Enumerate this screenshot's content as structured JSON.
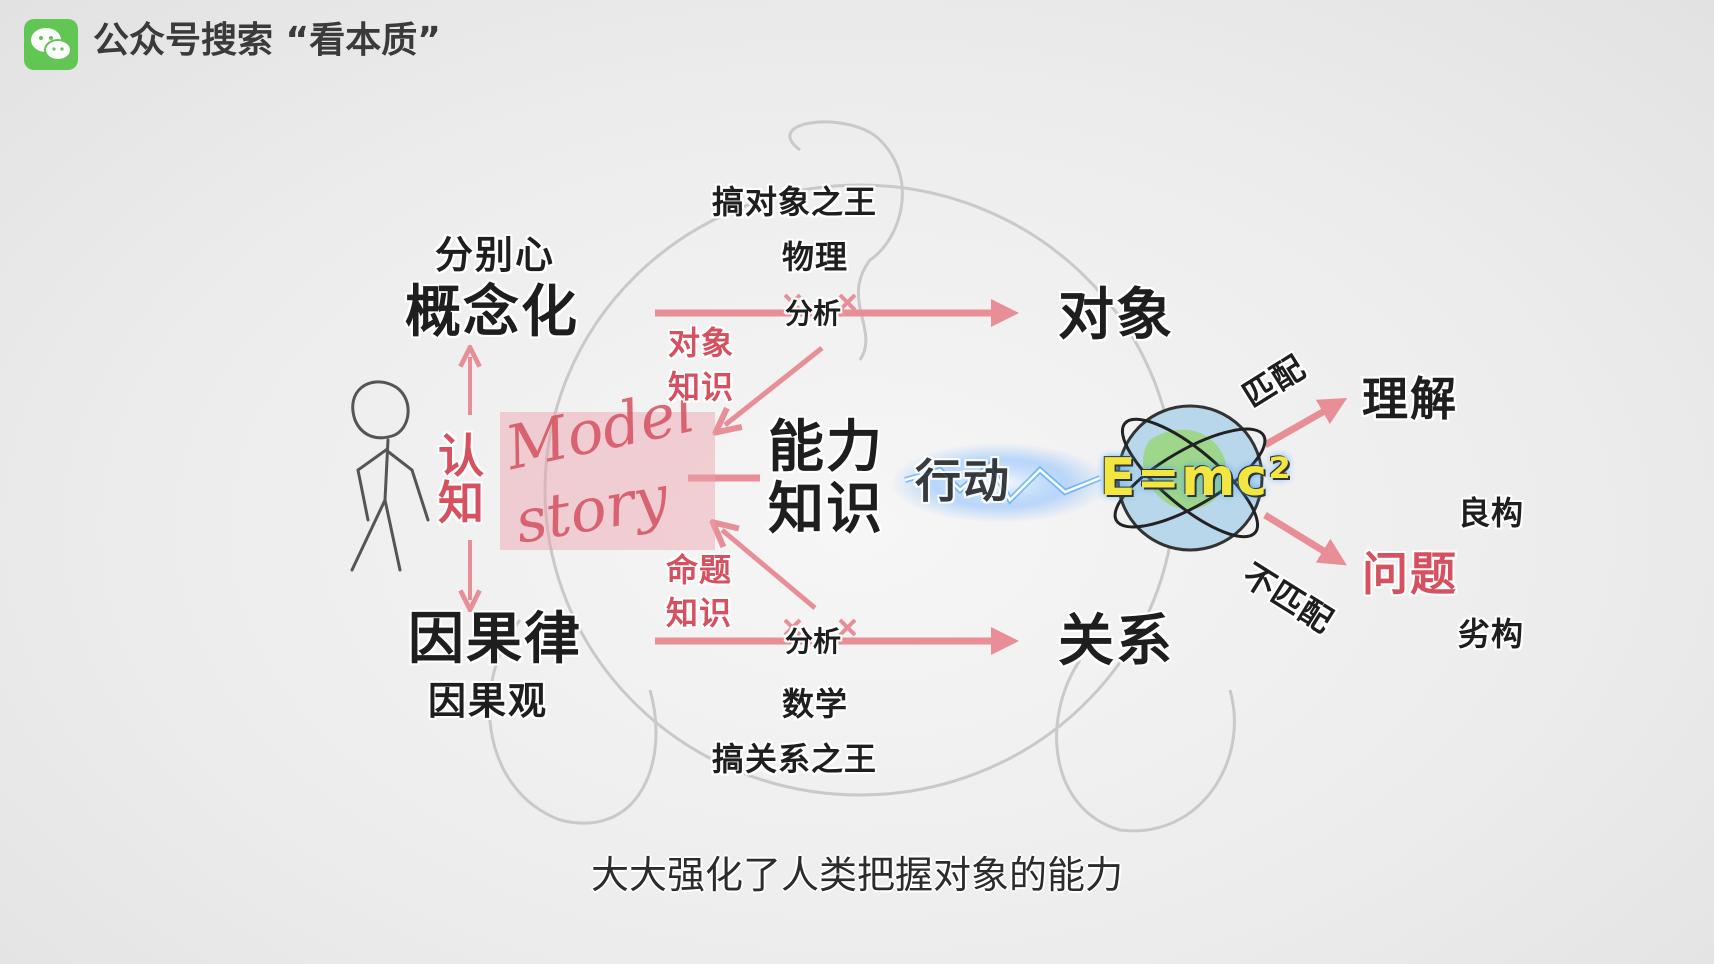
{
  "brand": {
    "logo_icon": "wechat-icon",
    "text": "公众号搜索 “看本质”",
    "logo_color": "#62c654"
  },
  "diagram": {
    "left": {
      "distinction": "分别心",
      "conceptualization": "概念化",
      "cognition_top": "认",
      "cognition_bottom": "知",
      "causality": "因果律",
      "causal_view": "因果观"
    },
    "top_branch": {
      "king_label": "搞对象之王",
      "discipline": "物理",
      "analysis": "分析",
      "knowledge_line1": "对象",
      "knowledge_line2": "知识",
      "target": "对象"
    },
    "center": {
      "model_line1": "Model",
      "model_line2": "story",
      "ability_line1": "能力",
      "ability_line2": "知识",
      "action": "行动",
      "formula": "E=mc²"
    },
    "bottom_branch": {
      "knowledge_line1": "命题",
      "knowledge_line2": "知识",
      "analysis": "分析",
      "discipline": "数学",
      "king_label": "搞关系之王",
      "target": "关系"
    },
    "right": {
      "match": "匹配",
      "understanding": "理解",
      "mismatch": "不匹配",
      "problem": "问题",
      "well_structured": "良构",
      "ill_structured": "劣构"
    }
  },
  "subtitle": "大大强化了人类把握对象的能力",
  "colors": {
    "arrow": "#e88e97",
    "accent_pink": "#d6505f",
    "formula": "#f2e640",
    "spark": "#3aa0ff"
  }
}
